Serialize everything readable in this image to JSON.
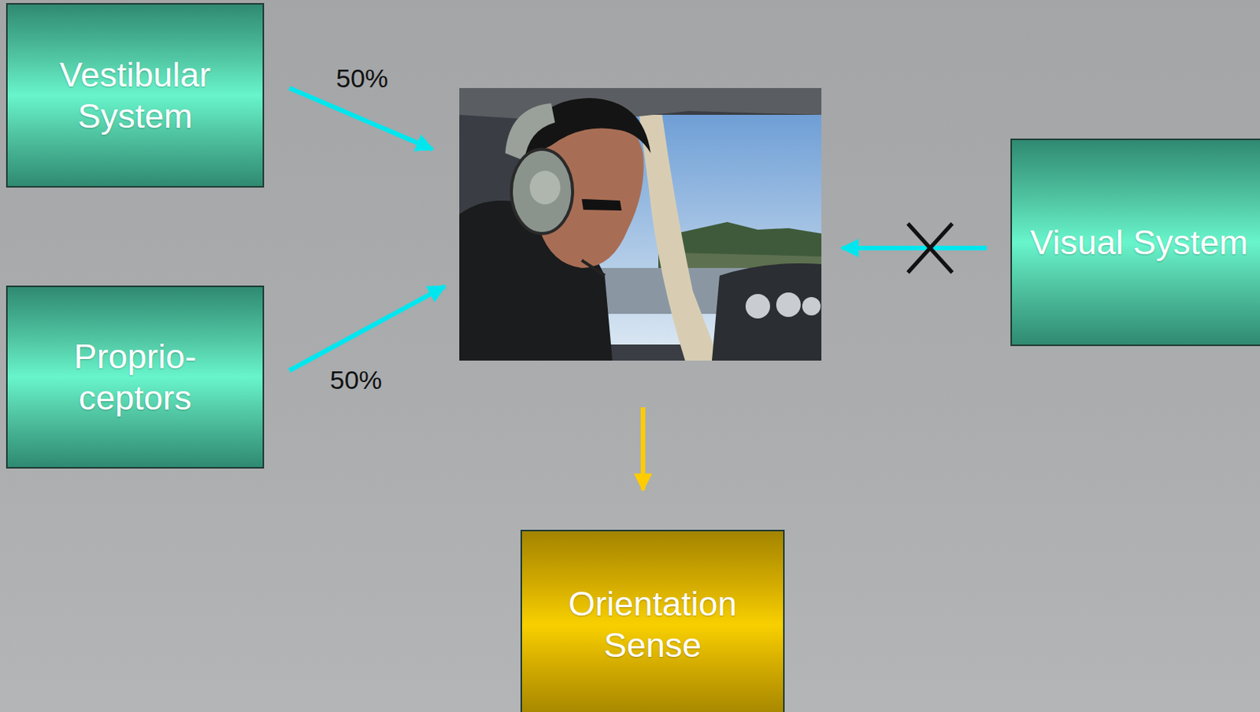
{
  "diagram": {
    "nodes": [
      {
        "text": [
          "Vestibular System"
        ]
      },
      {
        "text": [
          "Visual System"
        ]
      },
      {
        "text": [
          "Proprio- ceptors"
        ]
      },
      {
        "text": [
          "Orientation Sense"
        ]
      }
    ],
    "labels": [
      "50%",
      "50%"
    ]
  }
}
